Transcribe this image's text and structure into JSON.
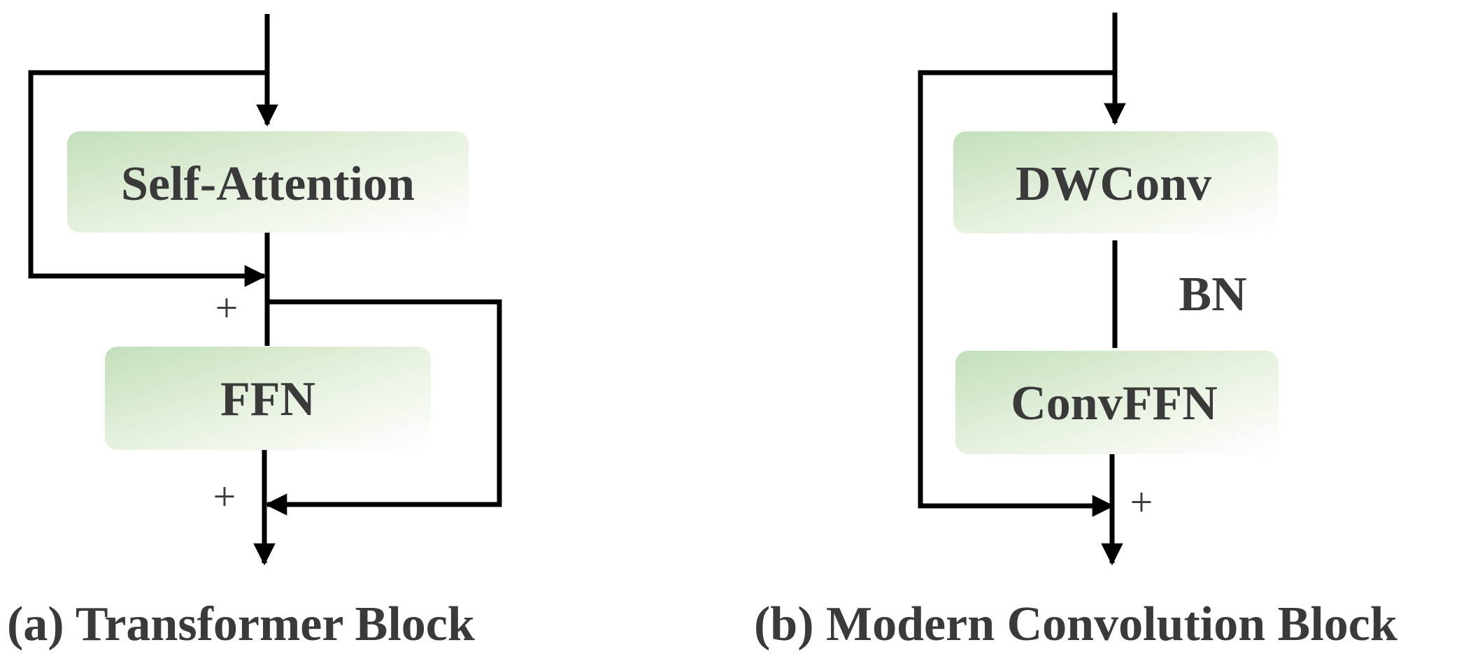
{
  "panel_a": {
    "caption": "(a) Transformer Block",
    "block1": "Self-Attention",
    "block2": "FFN",
    "plus1": "+",
    "plus2": "+"
  },
  "panel_b": {
    "caption": "(b) Modern Convolution Block",
    "block1": "DWConv",
    "middle_label": "BN",
    "block2": "ConvFFN",
    "plus": "+"
  },
  "colors": {
    "block_gradient_start": "#c3dfba",
    "block_gradient_end": "#ffffff",
    "line": "#000000",
    "text": "#3a3a3a"
  }
}
